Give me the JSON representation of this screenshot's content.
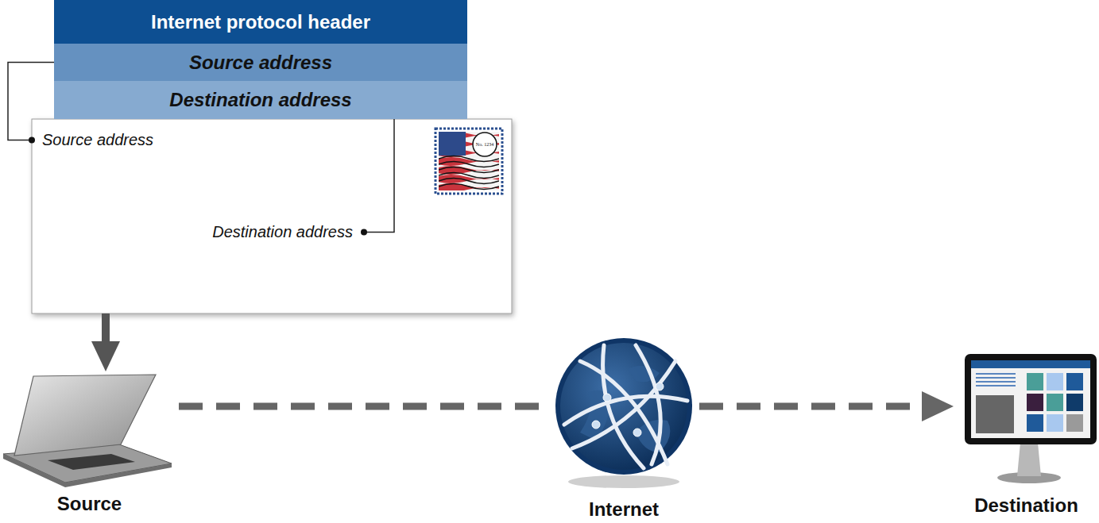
{
  "diagram": {
    "nodes": [
      {
        "text": [
          "Internet protocol header"
        ]
      },
      {
        "text": [
          "Source address"
        ]
      },
      {
        "text": [
          "Destination address"
        ]
      },
      {
        "text": [
          "Source address",
          "Destination address"
        ]
      },
      {
        "text": [
          "Source"
        ]
      },
      {
        "text": [
          "Internet"
        ]
      },
      {
        "text": [
          "Destination"
        ]
      }
    ],
    "edges": [
      {
        "from": 1,
        "to": 3,
        "arrow": "none"
      },
      {
        "from": 2,
        "to": 3,
        "arrow": "none"
      },
      {
        "from": 3,
        "to": 4,
        "arrow": "to"
      },
      {
        "from": 4,
        "to": 5,
        "arrow": "none"
      },
      {
        "from": 5,
        "to": 6,
        "arrow": "to"
      }
    ],
    "labels": [
      "No. 1234"
    ]
  }
}
